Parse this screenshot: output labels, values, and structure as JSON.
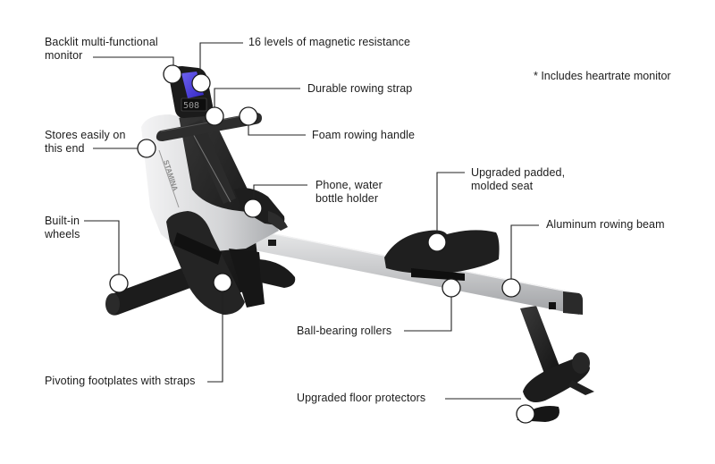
{
  "diagram": {
    "subject": "Magnetic rowing machine with feature callouts",
    "note": "* Includes heartrate monitor",
    "monitor_display": "508",
    "callouts": [
      {
        "id": "monitor",
        "label": "Backlit multi-functional\nmonitor"
      },
      {
        "id": "resistance",
        "label": "16 levels of magnetic resistance"
      },
      {
        "id": "strap",
        "label": "Durable rowing strap"
      },
      {
        "id": "handle",
        "label": "Foam rowing handle"
      },
      {
        "id": "storage",
        "label": "Stores easily on\nthis end"
      },
      {
        "id": "holder",
        "label": "Phone, water\nbottle holder"
      },
      {
        "id": "seat",
        "label": "Upgraded padded,\nmolded seat"
      },
      {
        "id": "beam",
        "label": "Aluminum rowing beam"
      },
      {
        "id": "wheels",
        "label": "Built-in\nwheels"
      },
      {
        "id": "rollers",
        "label": "Ball-bearing rollers"
      },
      {
        "id": "footplates",
        "label": "Pivoting footplates with straps"
      },
      {
        "id": "floor",
        "label": "Upgraded floor protectors"
      }
    ],
    "colors": {
      "frame_black": "#1e1e1e",
      "frame_silver": "#d6d7d9",
      "beam_silver": "#c9cacc",
      "screen_blue": "#4b3fd8",
      "callout_line": "#222222",
      "callout_circle_fill": "#ffffff"
    }
  }
}
